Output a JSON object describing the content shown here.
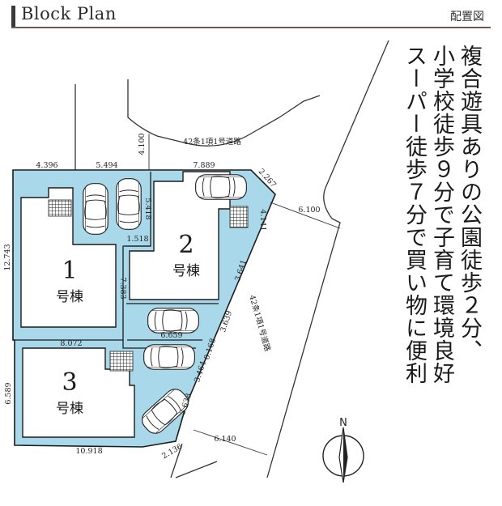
{
  "header": {
    "title": "Block Plan",
    "label": "配置図"
  },
  "road_labels": {
    "top": "42条1項1号道路",
    "right": "42条1項1号道路"
  },
  "compass": {
    "north": "N"
  },
  "buildings": [
    {
      "number": "1",
      "suffix": "号棟"
    },
    {
      "number": "2",
      "suffix": "号棟"
    },
    {
      "number": "3",
      "suffix": "号棟"
    }
  ],
  "dimensions": {
    "d4396": "4.396",
    "d5494": "5.494",
    "d4100": "4.100",
    "d7889": "7.889",
    "d2267": "2.267",
    "d6100": "6.100",
    "d4141": "4.141",
    "d3641": "3.641",
    "d12743": "12.743",
    "d7383": "7.383",
    "d1518": "1.518",
    "d5418": "5.418",
    "d3639": "3.639",
    "d6659": "6.659",
    "d8072": "8.072",
    "d0168": "0.168",
    "d3464": "3.464",
    "d6589": "6.589",
    "d3638": "3.638",
    "d10918": "10.918",
    "d2136": "2.136",
    "d6140": "6.140"
  },
  "tagline": [
    "複合遊具ありの公園徒歩２分、",
    "小学校徒歩９分で子育て環境良好",
    "スーパー徒歩７分で買い物に便利"
  ],
  "colors": {
    "lot": "#a9d8ea",
    "line": "#1c1c1c",
    "house": "#ffffff"
  }
}
